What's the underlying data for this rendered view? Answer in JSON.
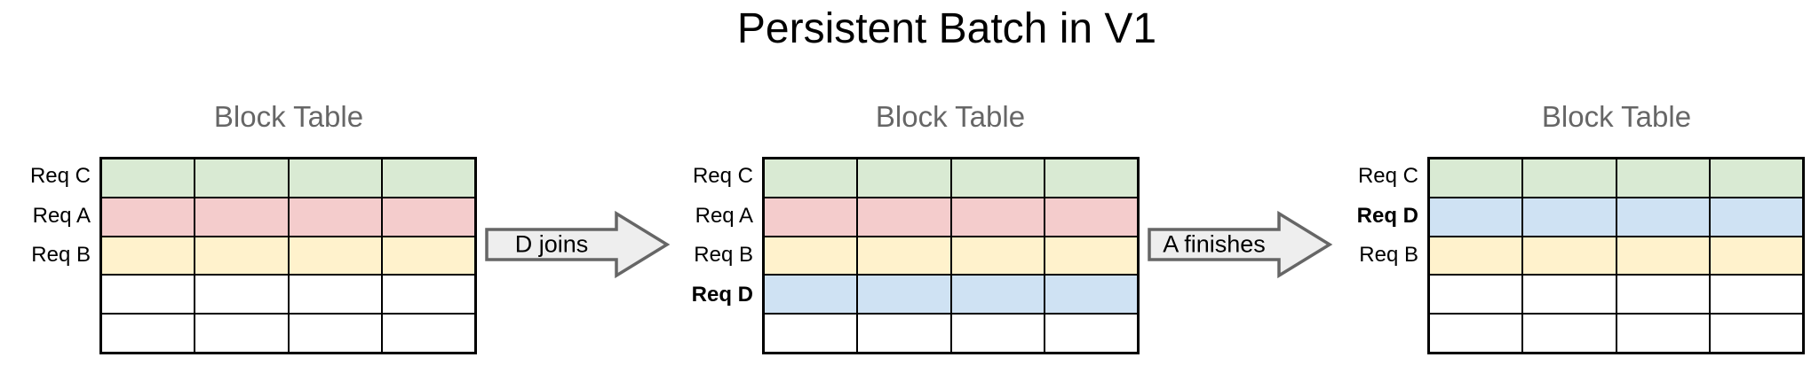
{
  "title": "Persistent Batch in V1",
  "colors": {
    "green": "#d9ead3",
    "red": "#f4cccc",
    "yellow": "#fff2cc",
    "blue": "#cfe2f3",
    "white": "#ffffff",
    "table_border": "#000000",
    "table_title_gray": "#666666",
    "arrow_fill": "#eeeeee",
    "arrow_border": "#666666"
  },
  "tables": [
    {
      "title": "Block Table",
      "columns": 4,
      "rows": [
        {
          "label": "Req C",
          "bold": false,
          "color": "green"
        },
        {
          "label": "Req A",
          "bold": false,
          "color": "red"
        },
        {
          "label": "Req B",
          "bold": false,
          "color": "yellow"
        },
        {
          "label": "",
          "bold": false,
          "color": "white"
        },
        {
          "label": "",
          "bold": false,
          "color": "white"
        }
      ]
    },
    {
      "title": "Block Table",
      "columns": 4,
      "rows": [
        {
          "label": "Req C",
          "bold": false,
          "color": "green"
        },
        {
          "label": "Req A",
          "bold": false,
          "color": "red"
        },
        {
          "label": "Req B",
          "bold": false,
          "color": "yellow"
        },
        {
          "label": "Req D",
          "bold": true,
          "color": "blue"
        },
        {
          "label": "",
          "bold": false,
          "color": "white"
        }
      ]
    },
    {
      "title": "Block Table",
      "columns": 4,
      "rows": [
        {
          "label": "Req C",
          "bold": false,
          "color": "green"
        },
        {
          "label": "Req D",
          "bold": true,
          "color": "blue"
        },
        {
          "label": "Req B",
          "bold": false,
          "color": "yellow"
        },
        {
          "label": "",
          "bold": false,
          "color": "white"
        },
        {
          "label": "",
          "bold": false,
          "color": "white"
        }
      ]
    }
  ],
  "arrows": [
    {
      "label": "D joins"
    },
    {
      "label": "A finishes"
    }
  ]
}
